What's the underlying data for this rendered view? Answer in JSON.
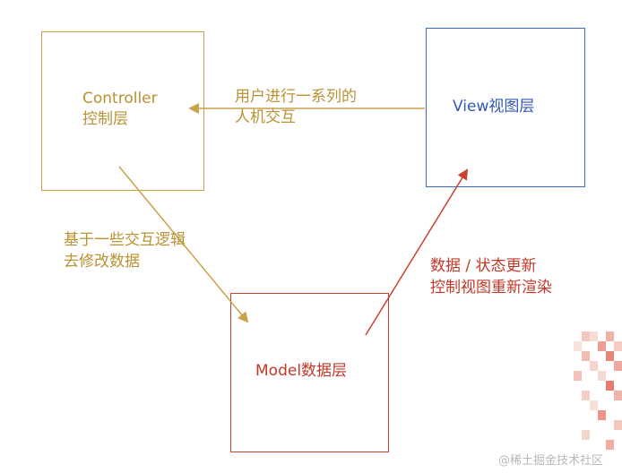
{
  "controller": {
    "title": "Controller",
    "subtitle": "控制层"
  },
  "view": {
    "title": "View视图层"
  },
  "model": {
    "title": "Model数据层"
  },
  "edges": {
    "view_to_controller": {
      "line1": "用户进行一系列的",
      "line2": "人机交互"
    },
    "controller_to_model": {
      "line1": "基于一些交互逻辑",
      "line2": "去修改数据"
    },
    "model_to_view": {
      "line1": "数据 / 状态更新",
      "line2": "控制视图重新渲染"
    }
  },
  "watermark": "@稀土掘金技术社区",
  "colors": {
    "controller": "#c9a24a",
    "view": "#3d67c5",
    "model": "#c8412f"
  }
}
